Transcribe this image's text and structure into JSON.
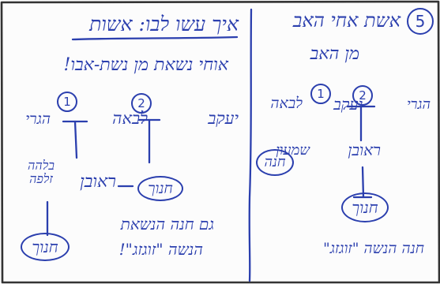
{
  "section_number": "5",
  "left_panel": {
    "title": "איך עשו לבו: אשות",
    "subtitle": "אוחי נשאת מן נשת-אבו!",
    "gen1": {
      "left": {
        "number": "2",
        "name": "לבאה"
      },
      "right": {
        "number": "1",
        "name": "יעקב",
        "suffix": "הגרי"
      }
    },
    "reuven": "ראובן",
    "zilpa": "בלהה זלפה",
    "hanoch_linked": "חנוך",
    "hanoch_bottom": "חנוך",
    "note_line1": "גם חנה הנשאת",
    "note_line2": "הנשה \"זוגזג\"!"
  },
  "right_panel": {
    "title": "אשת אחי האב",
    "subtitle": "מן האב",
    "gen1": {
      "left": {
        "number": "2",
        "name": "לבאה"
      },
      "right": {
        "number": "1",
        "name": "יעקב",
        "suffix": "הגרי"
      }
    },
    "reuven": "ראובן",
    "shimon": "שמעון",
    "hanna_oval": "חנה",
    "hanoch": "חנוך",
    "note": "חנה הנשה \"זוגזג\""
  }
}
